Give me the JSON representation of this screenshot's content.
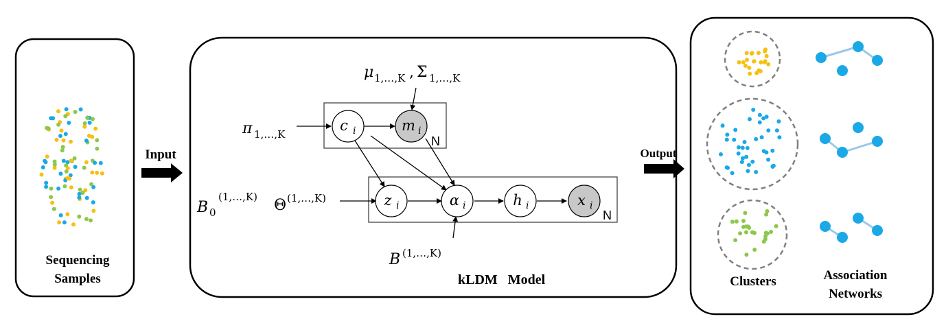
{
  "labels": {
    "sequencing": [
      "Sequencing",
      "Samples"
    ],
    "input": "Input",
    "output": "Output",
    "model_title": "kLDM   Model",
    "clusters": "Clusters",
    "association": [
      "Association",
      "Networks"
    ]
  },
  "math": {
    "pi": "π",
    "pi_sub": "1,…,K",
    "mu": "μ",
    "mu_sub": "1,…,K",
    "comma": ",",
    "Sigma": "Σ",
    "Sigma_sub": "1,…,K",
    "B0": "B",
    "B0_sub": "0",
    "B0_sup": "(1,…,K)",
    "Theta": "Θ",
    "Theta_sup": "(1,…,K)",
    "B": "B",
    "B_sup": "(1,…,K)",
    "plate_N": "N"
  },
  "nodes": [
    {
      "id": "c",
      "sym": "c",
      "sub": "i",
      "observed": false
    },
    {
      "id": "m",
      "sym": "m",
      "sub": "i",
      "observed": true
    },
    {
      "id": "z",
      "sym": "z",
      "sub": "i",
      "observed": false
    },
    {
      "id": "alpha",
      "sym": "α",
      "sub": "i",
      "observed": false
    },
    {
      "id": "h",
      "sym": "h",
      "sub": "i",
      "observed": false
    },
    {
      "id": "x",
      "sym": "x",
      "sub": "i",
      "observed": true
    }
  ],
  "colors": {
    "blue": "#1aa9e6",
    "yellow": "#f6c012",
    "green": "#8cc84b",
    "observed_fill": "#c8c8c8",
    "edge_line": "#9cc8e8",
    "dashed_border": "#808080"
  }
}
